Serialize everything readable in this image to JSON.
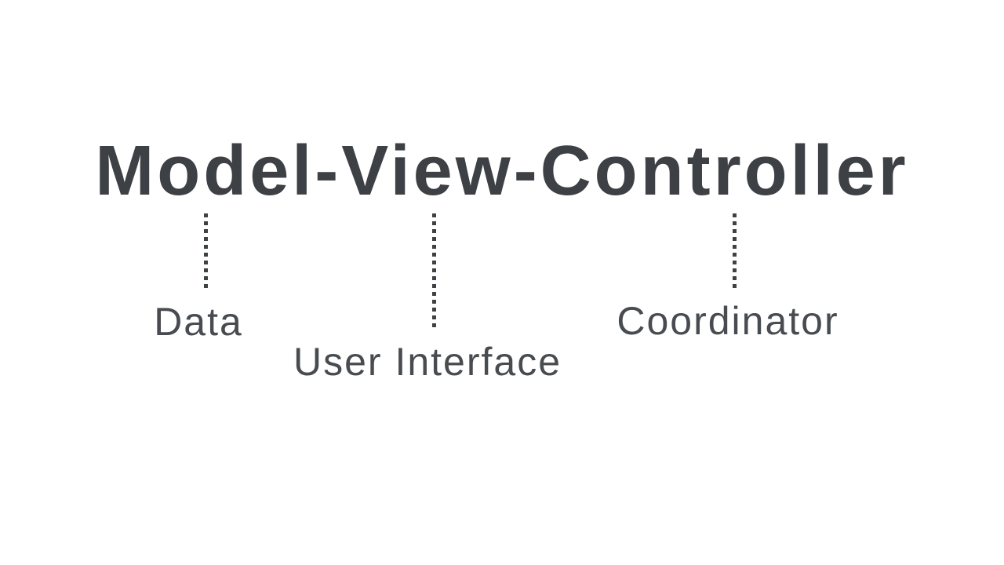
{
  "slide": {
    "title": "Model-View-Controller"
  },
  "connectors": [
    {
      "term": "Model",
      "label": "Data"
    },
    {
      "term": "View",
      "label": "User Interface"
    },
    {
      "term": "Controller",
      "label": "Coordinator"
    }
  ],
  "colors": {
    "background": "#ffffff",
    "title": "#3d4044",
    "label": "#484c50",
    "connector": "#3f4245"
  }
}
